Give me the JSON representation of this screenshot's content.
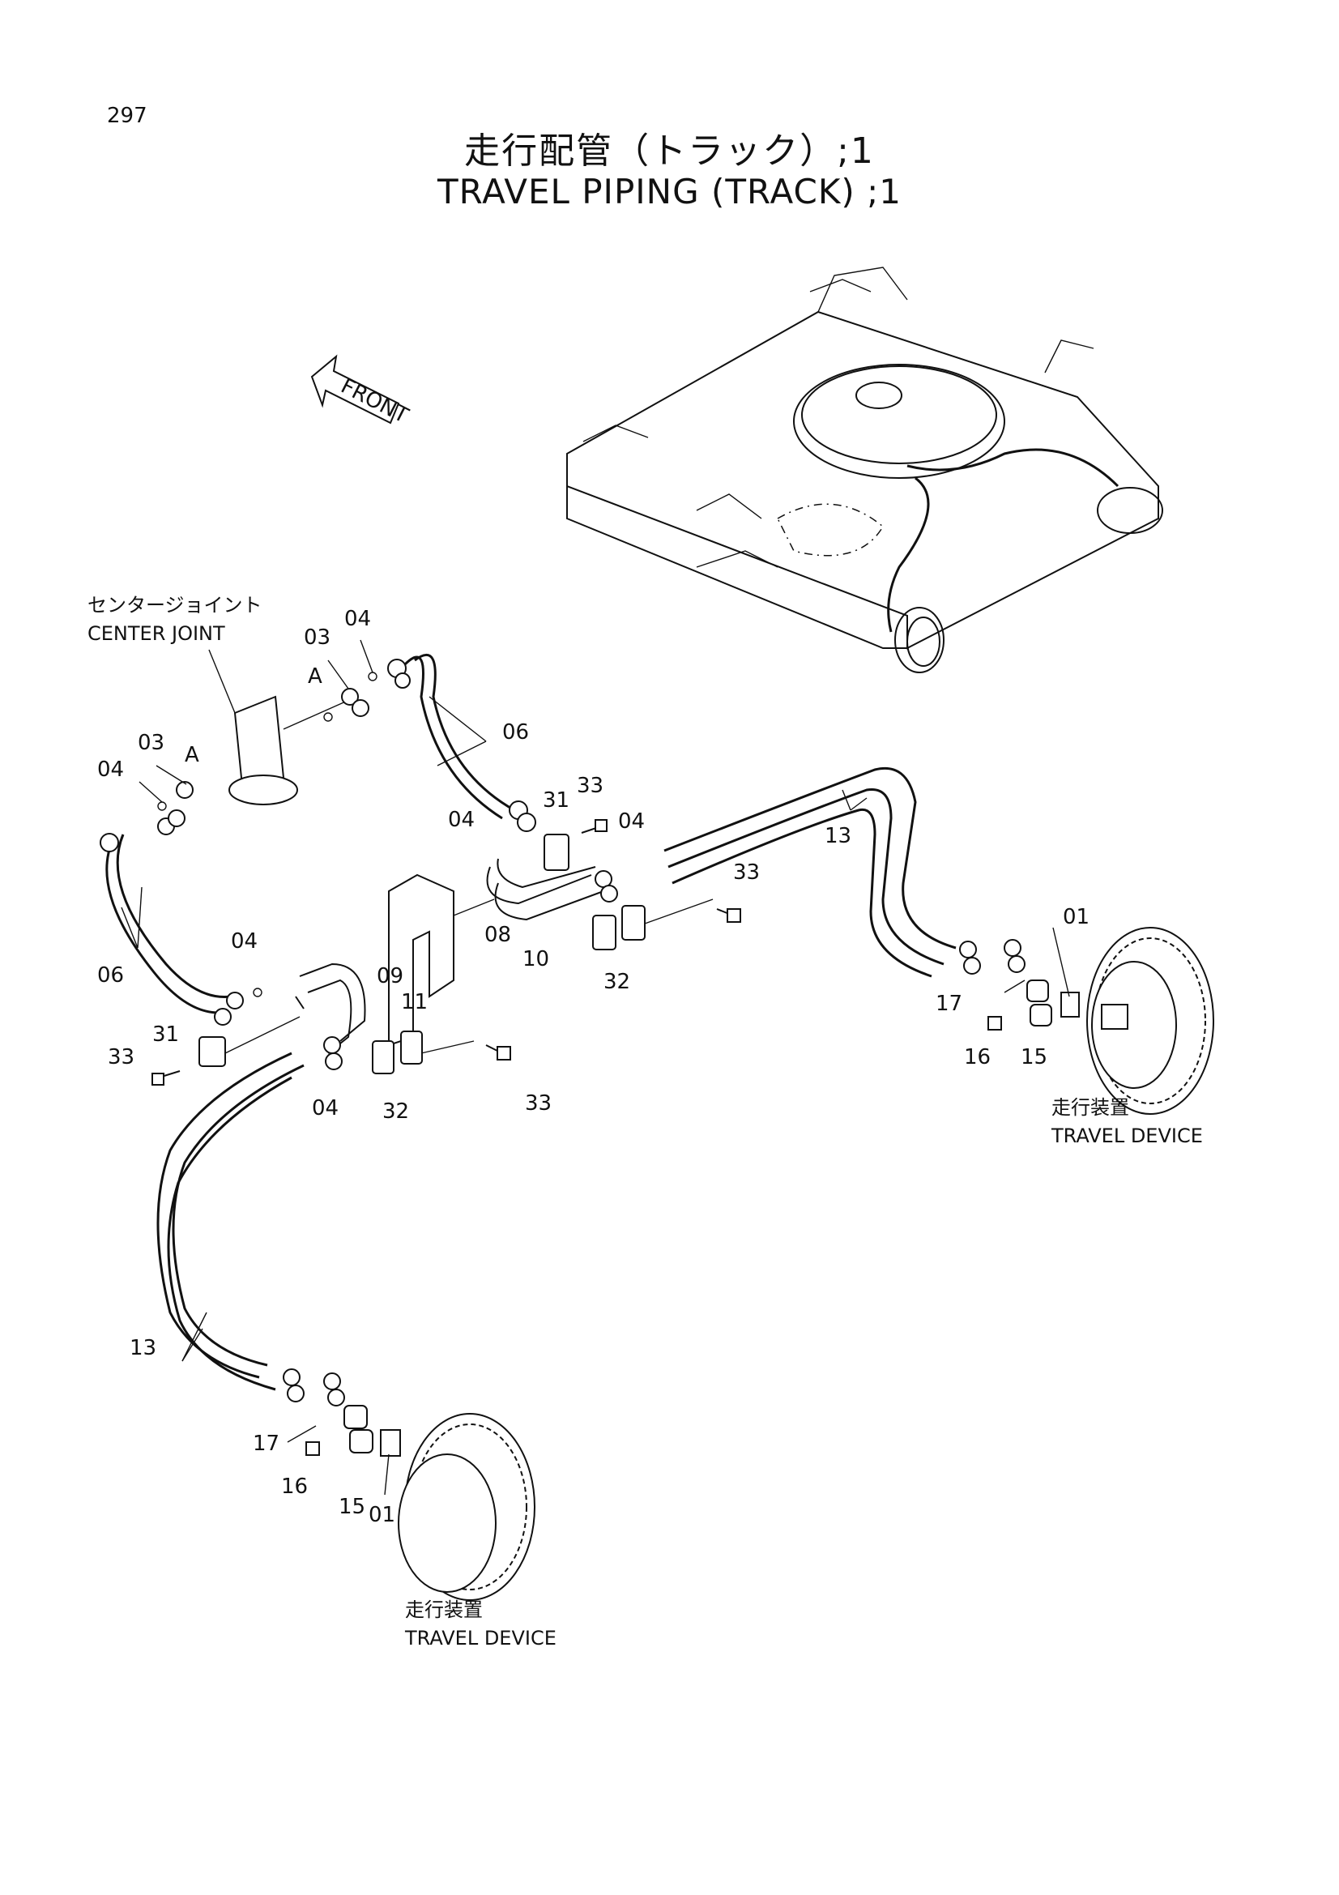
{
  "page_number": "297",
  "title_jp": "走行配管（トラック）;1",
  "title_en": "TRAVEL PIPING (TRACK) ;1",
  "front_arrow_label": "FRONT",
  "captions": {
    "center_joint_jp": "センタージョイント",
    "center_joint_en": "CENTER JOINT",
    "travel_device_right_jp": "走行装置",
    "travel_device_right_en": "TRAVEL DEVICE",
    "travel_device_left_jp": "走行装置",
    "travel_device_left_en": "TRAVEL DEVICE"
  },
  "callouts": [
    {
      "id": "c1",
      "text": "04"
    },
    {
      "id": "c2",
      "text": "03"
    },
    {
      "id": "c3",
      "text": "A"
    },
    {
      "id": "c4",
      "text": "03"
    },
    {
      "id": "c5",
      "text": "A"
    },
    {
      "id": "c6",
      "text": "04"
    },
    {
      "id": "c7",
      "text": "06"
    },
    {
      "id": "c8",
      "text": "33"
    },
    {
      "id": "c9",
      "text": "31"
    },
    {
      "id": "c10",
      "text": "04"
    },
    {
      "id": "c11",
      "text": "04"
    },
    {
      "id": "c12",
      "text": "13"
    },
    {
      "id": "c13",
      "text": "33"
    },
    {
      "id": "c14",
      "text": "08"
    },
    {
      "id": "c15",
      "text": "10"
    },
    {
      "id": "c16",
      "text": "32"
    },
    {
      "id": "c17",
      "text": "06"
    },
    {
      "id": "c18",
      "text": "04"
    },
    {
      "id": "c19",
      "text": "09"
    },
    {
      "id": "c20",
      "text": "11"
    },
    {
      "id": "c21",
      "text": "31"
    },
    {
      "id": "c22",
      "text": "33"
    },
    {
      "id": "c23",
      "text": "04"
    },
    {
      "id": "c24",
      "text": "32"
    },
    {
      "id": "c25",
      "text": "33"
    },
    {
      "id": "c26",
      "text": "01"
    },
    {
      "id": "c27",
      "text": "17"
    },
    {
      "id": "c28",
      "text": "16"
    },
    {
      "id": "c29",
      "text": "15"
    },
    {
      "id": "c30",
      "text": "13"
    },
    {
      "id": "c31",
      "text": "17"
    },
    {
      "id": "c32",
      "text": "16"
    },
    {
      "id": "c33",
      "text": "15"
    },
    {
      "id": "c34",
      "text": "01"
    }
  ]
}
